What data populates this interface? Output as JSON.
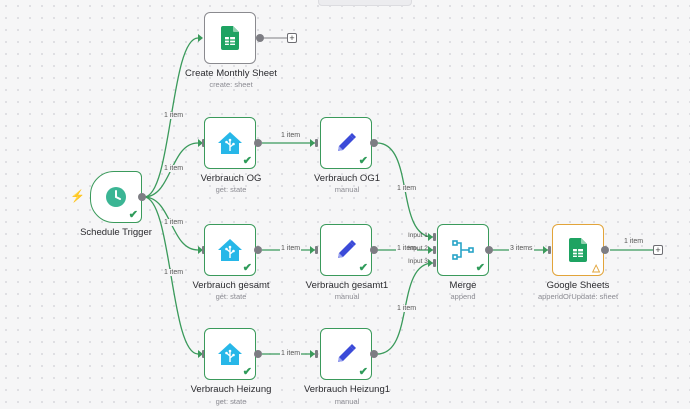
{
  "nodes": {
    "create_sheet": {
      "title": "Create Monthly Sheet",
      "subtitle": "create: sheet"
    },
    "schedule": {
      "title": "Schedule Trigger"
    },
    "og": {
      "title": "Verbrauch OG",
      "subtitle": "get: state"
    },
    "og1": {
      "title": "Verbrauch OG1",
      "subtitle": "manual"
    },
    "gesamt": {
      "title": "Verbrauch gesamt",
      "subtitle": "get: state"
    },
    "gesamt1": {
      "title": "Verbrauch gesamt1",
      "subtitle": "manual"
    },
    "heizung": {
      "title": "Verbrauch Heizung",
      "subtitle": "get: state"
    },
    "heizung1": {
      "title": "Verbrauch Heizung1",
      "subtitle": "manual"
    },
    "merge": {
      "title": "Merge",
      "subtitle": "append",
      "inputs": [
        "Input 1",
        "Input 2",
        "Input 3"
      ]
    },
    "gsheets": {
      "title": "Google Sheets",
      "subtitle": "appendOrUpdate: sheet"
    }
  },
  "edges": {
    "item": "1 item",
    "items3": "3 items"
  },
  "colors": {
    "success": "#3a9a5b",
    "warning": "#e2a43a",
    "trigger": "#f0573a"
  }
}
